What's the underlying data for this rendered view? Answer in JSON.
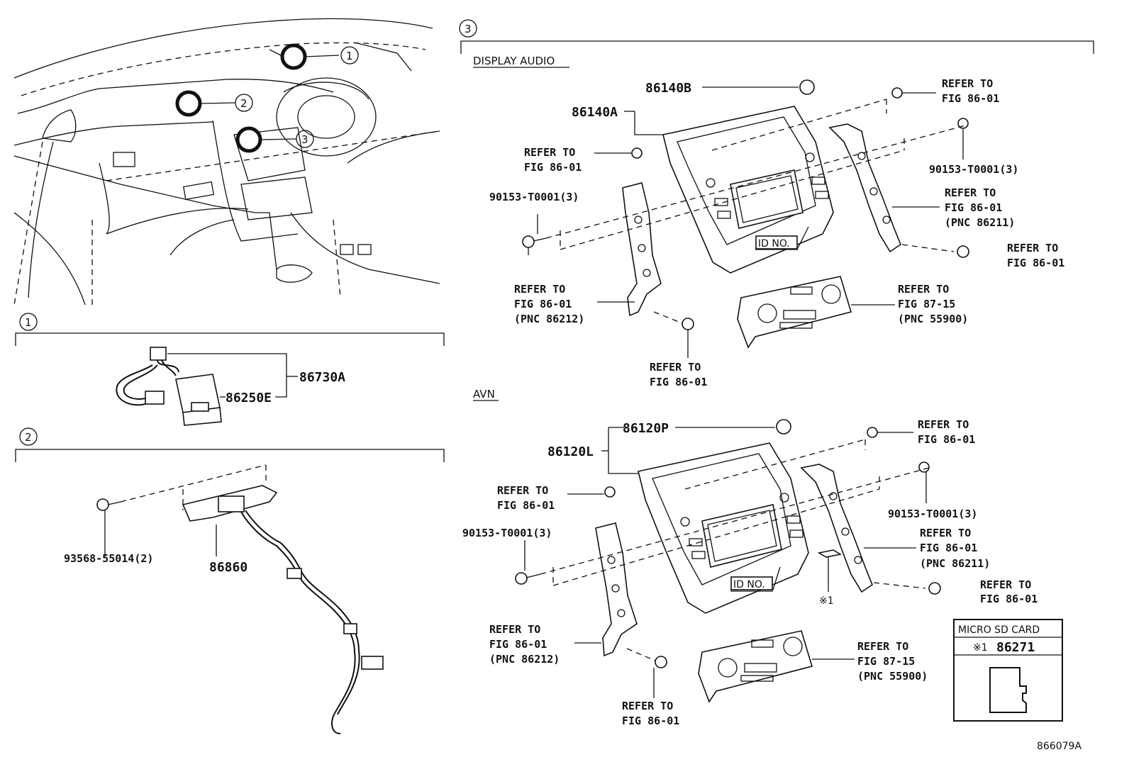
{
  "circle_markers": [
    "1",
    "2",
    "3"
  ],
  "section1": {
    "marker": "1",
    "parts": [
      "86730A",
      "86250E"
    ]
  },
  "section2": {
    "marker": "2",
    "parts": [
      "93568-55014(2)",
      "86860"
    ]
  },
  "section3": {
    "marker": "3",
    "display_audio": {
      "title": "DISPLAY AUDIO",
      "part_a": "86140A",
      "part_b": "86140B",
      "screw": "90153-T0001(3)",
      "screw_right": "90153-T0001(3)",
      "id_no": "ID NO.",
      "refer_1": [
        "REFER TO",
        "FIG 86-01"
      ],
      "refer_2": [
        "REFER TO",
        "FIG 86-01"
      ],
      "refer_3": [
        "REFER TO",
        "FIG 86-01",
        "(PNC 86211)"
      ],
      "refer_4": [
        "REFER TO",
        "FIG 86-01"
      ],
      "refer_5": [
        "REFER TO",
        "FIG 86-01",
        "(PNC 86212)"
      ],
      "refer_6": [
        "REFER TO",
        "FIG 87-15",
        "(PNC 55900)"
      ],
      "refer_7": [
        "REFER TO",
        "FIG 86-01"
      ]
    },
    "avn": {
      "title": "AVN",
      "part_a": "86120L",
      "part_b": "86120P",
      "screw": "90153-T0001(3)",
      "screw_right": "90153-T0001(3)",
      "id_no": "ID NO.",
      "note_mark": "※1",
      "refer_1": [
        "REFER TO",
        "FIG 86-01"
      ],
      "refer_2": [
        "REFER TO",
        "FIG 86-01"
      ],
      "refer_3": [
        "REFER TO",
        "FIG 86-01",
        "(PNC 86211)"
      ],
      "refer_4": [
        "REFER TO",
        "FIG 86-01"
      ],
      "refer_5": [
        "REFER TO",
        "FIG 86-01",
        "(PNC 86212)"
      ],
      "refer_6": [
        "REFER TO",
        "FIG 87-15",
        "(PNC 55900)"
      ],
      "refer_7": [
        "REFER TO",
        "FIG 86-01"
      ]
    },
    "sd_card": {
      "title": "MICRO SD CARD",
      "mark": "※1",
      "part": "86271"
    }
  },
  "figure_id": "866079A"
}
